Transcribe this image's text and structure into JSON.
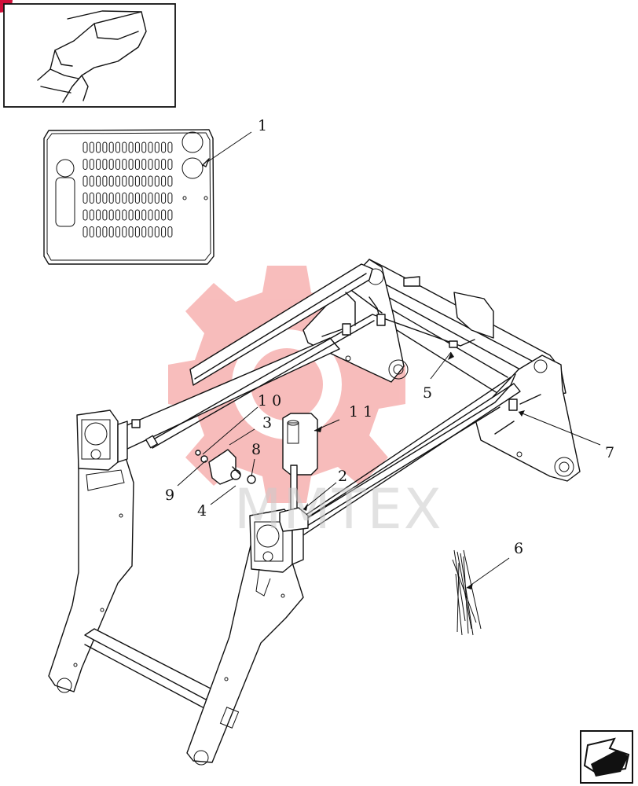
{
  "diagram": {
    "callouts": [
      {
        "id": "1",
        "label": "1"
      },
      {
        "id": "2",
        "label": "2"
      },
      {
        "id": "3",
        "label": "3"
      },
      {
        "id": "4",
        "label": "4"
      },
      {
        "id": "5",
        "label": "5"
      },
      {
        "id": "6",
        "label": "6"
      },
      {
        "id": "7",
        "label": "7"
      },
      {
        "id": "8",
        "label": "8"
      },
      {
        "id": "9",
        "label": "9"
      },
      {
        "id": "10",
        "label": "1 0"
      },
      {
        "id": "11",
        "label": "1 1"
      }
    ],
    "watermark_text": "MMTEX"
  },
  "colors": {
    "line": "#111111",
    "watermark_red": "#e8322f",
    "watermark_text": "#cccccc",
    "corner_badge": "#d0103a"
  },
  "icons": {
    "corner_badge": "red-corner-badge-icon",
    "nav_arrow": "next-page-arrow-icon",
    "watermark_logo": "gear-logo-watermark-icon"
  }
}
